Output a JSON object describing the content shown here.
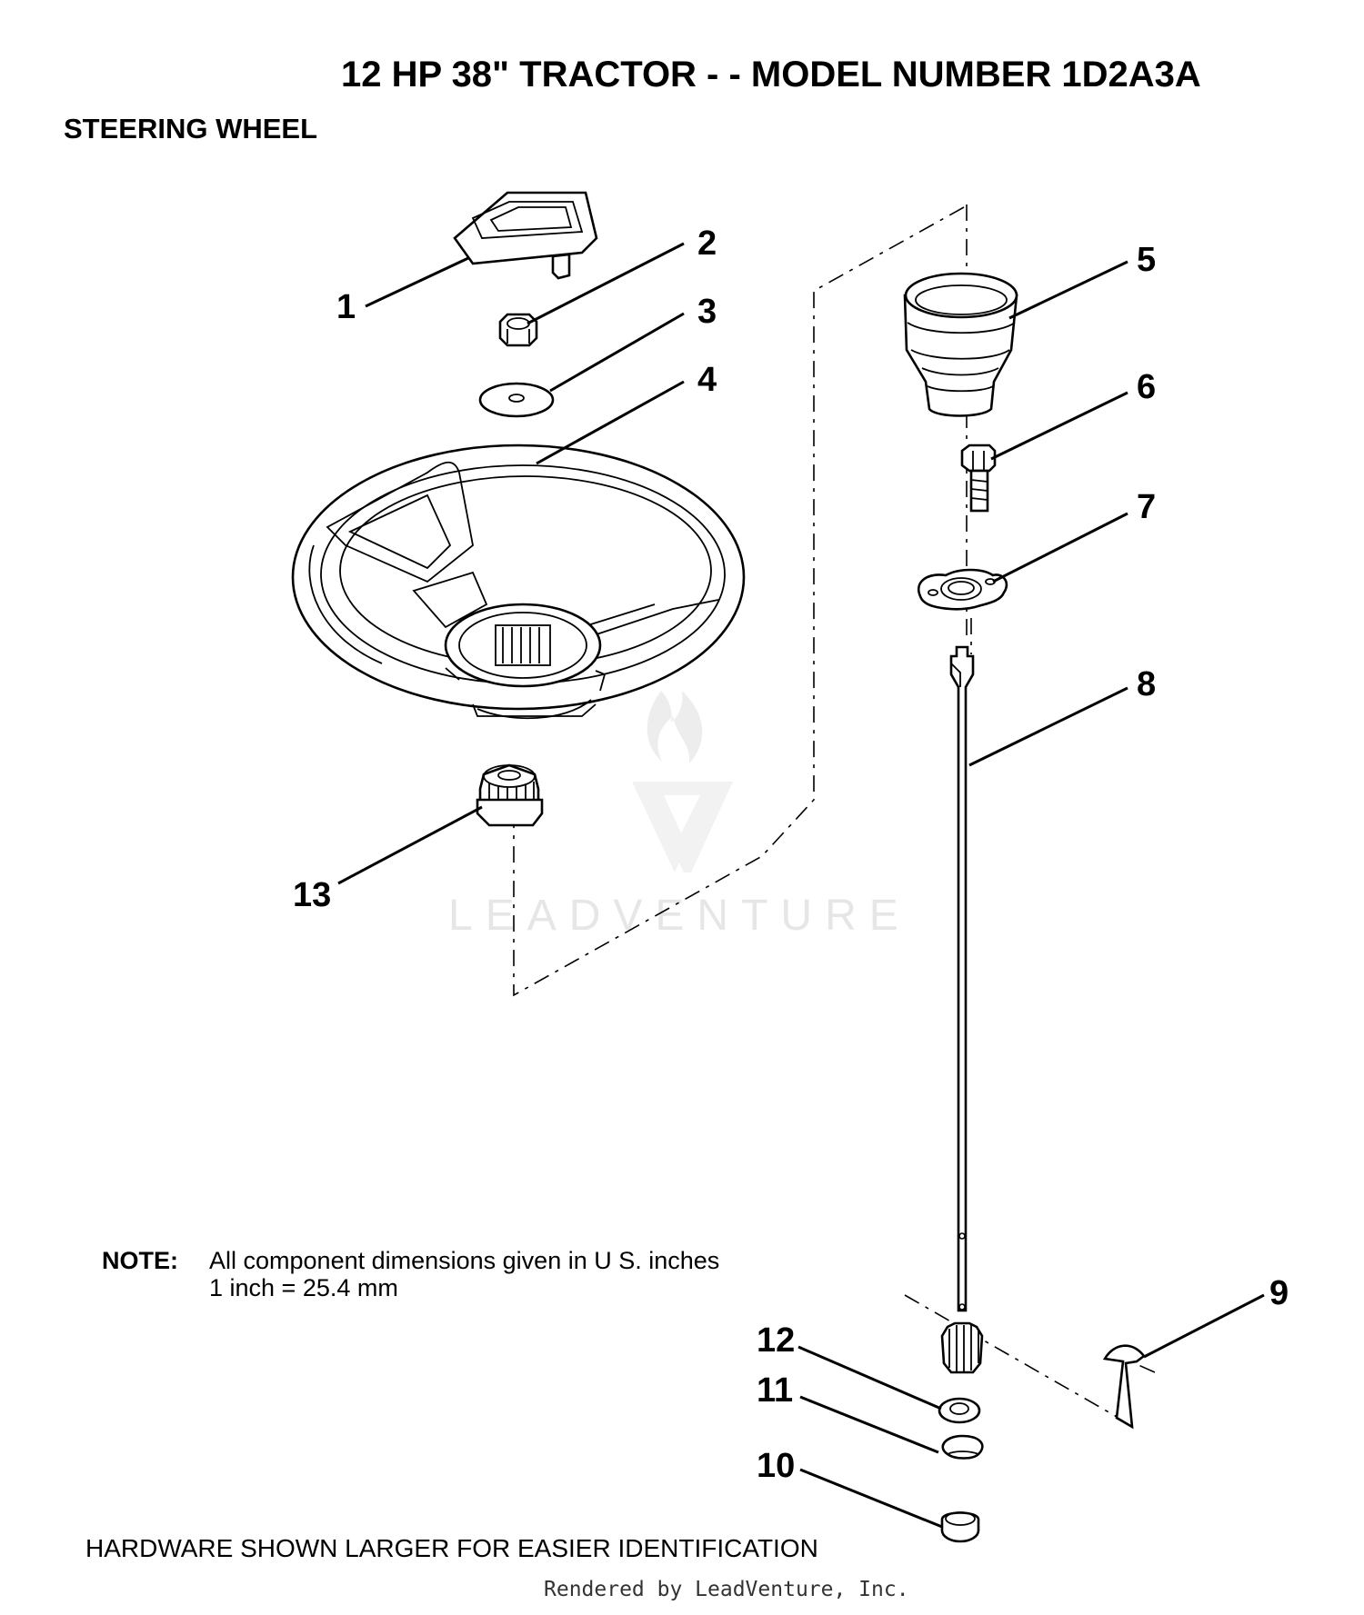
{
  "header": {
    "title": "12 HP 38\" TRACTOR - - MODEL NUMBER 1D2A3A",
    "subtitle": "STEERING WHEEL"
  },
  "callouts": [
    "1",
    "2",
    "3",
    "4",
    "5",
    "6",
    "7",
    "8",
    "9",
    "10",
    "11",
    "12",
    "13"
  ],
  "note": {
    "label": "NOTE:",
    "line1": "All component dimensions given in U S. inches",
    "line2": "1 inch = 25.4 mm"
  },
  "hardware_note": "HARDWARE SHOWN LARGER FOR EASIER IDENTIFICATION",
  "watermark": "LEADVENTURE",
  "footer": "Rendered by LeadVenture, Inc.",
  "icons": {
    "watermark_logo": "flame-v-logo-icon"
  }
}
